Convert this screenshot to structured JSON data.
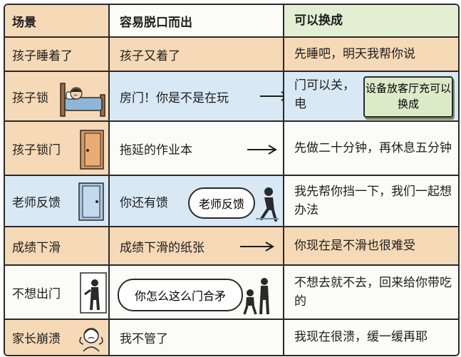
{
  "header": {
    "col1": "场景",
    "col2": "容易脱口而出",
    "col3": "可以换成"
  },
  "rows": [
    {
      "scene": "孩子睡着了",
      "blurt": "孩子又着了",
      "better": "先睡吧，明天我帮你说"
    },
    {
      "scene": "孩子锁",
      "blurt": "房门！你是不是在玩",
      "better": "门可以关，电",
      "note": "设备放客厅充可以换成"
    },
    {
      "scene": "孩子锁门",
      "blurt": "拖延的作业本",
      "better": "先做二十分钟，再休息五分钟"
    },
    {
      "scene": "老师反馈",
      "blurt": "你还有馈",
      "bubble": "老师反馈",
      "better": "我先帮你挡一下，我们一起想办法"
    },
    {
      "scene": "成绩下滑",
      "blurt": "成绩下滑的纸张",
      "better": "你现在是不滑也很难受"
    },
    {
      "scene": "不想出门",
      "bubble": "你怎么这么门合矛",
      "better": "不想去就不去，回来给你带吃的"
    },
    {
      "scene": "家长崩溃",
      "blurt": "我不管了",
      "better": "我现在很溃，缓一缓再耶"
    }
  ],
  "icons": {
    "row1": "sleeping-child-icon",
    "row2": "door-icon",
    "row3": "closed-door-icon",
    "row5": "person-at-door-icon",
    "row6": "stressed-parent-icon",
    "bubble3": "crouching-child-icon",
    "bubble5": "parent-and-child-icon"
  }
}
